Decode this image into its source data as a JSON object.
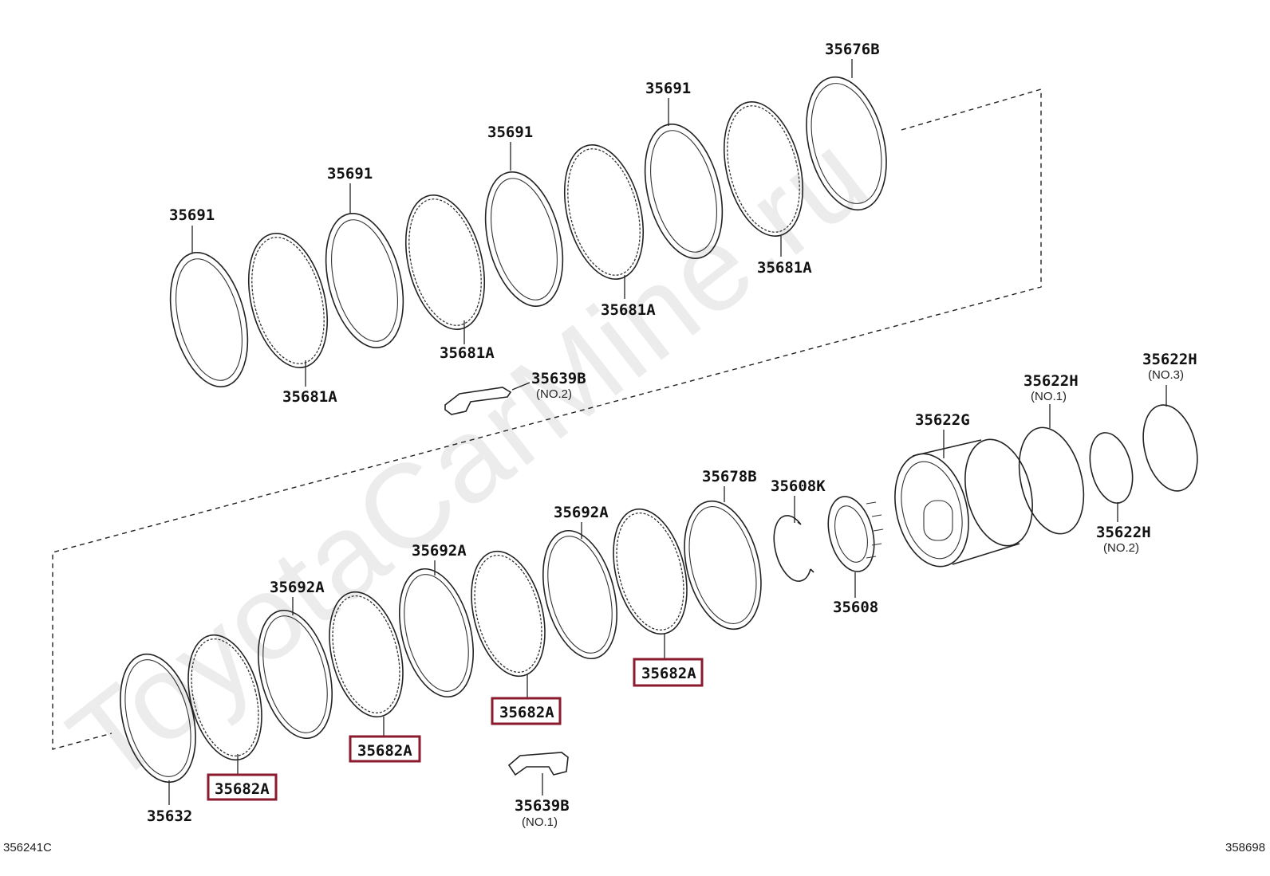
{
  "watermark": "ToyotaCarMine.ru",
  "corner_left": "356241C",
  "corner_right": "358698",
  "highlight_color": "#8b1a2e",
  "labels": {
    "p35691a": "35691",
    "p35691b": "35691",
    "p35691c": "35691",
    "p35691d": "35691",
    "p35676b": "35676B",
    "p35681a_1": "35681A",
    "p35681a_2": "35681A",
    "p35681a_3": "35681A",
    "p35681a_4": "35681A",
    "p35639b_no2": "35639B",
    "p35639b_no2_sub": "(NO.2)",
    "p35622h_no3": "35622H",
    "p35622h_no3_sub": "(NO.3)",
    "p35622h_no1": "35622H",
    "p35622h_no1_sub": "(NO.1)",
    "p35622h_no2": "35622H",
    "p35622h_no2_sub": "(NO.2)",
    "p35622g": "35622G",
    "p35678b": "35678B",
    "p35608k": "35608K",
    "p35608": "35608",
    "p35692a_1": "35692A",
    "p35692a_2": "35692A",
    "p35692a_3": "35692A",
    "p35682a_1": "35682A",
    "p35682a_2": "35682A",
    "p35682a_3": "35682A",
    "p35682a_4": "35682A",
    "p35632": "35632",
    "p35639b_no1": "35639B",
    "p35639b_no1_sub": "(NO.1)"
  }
}
